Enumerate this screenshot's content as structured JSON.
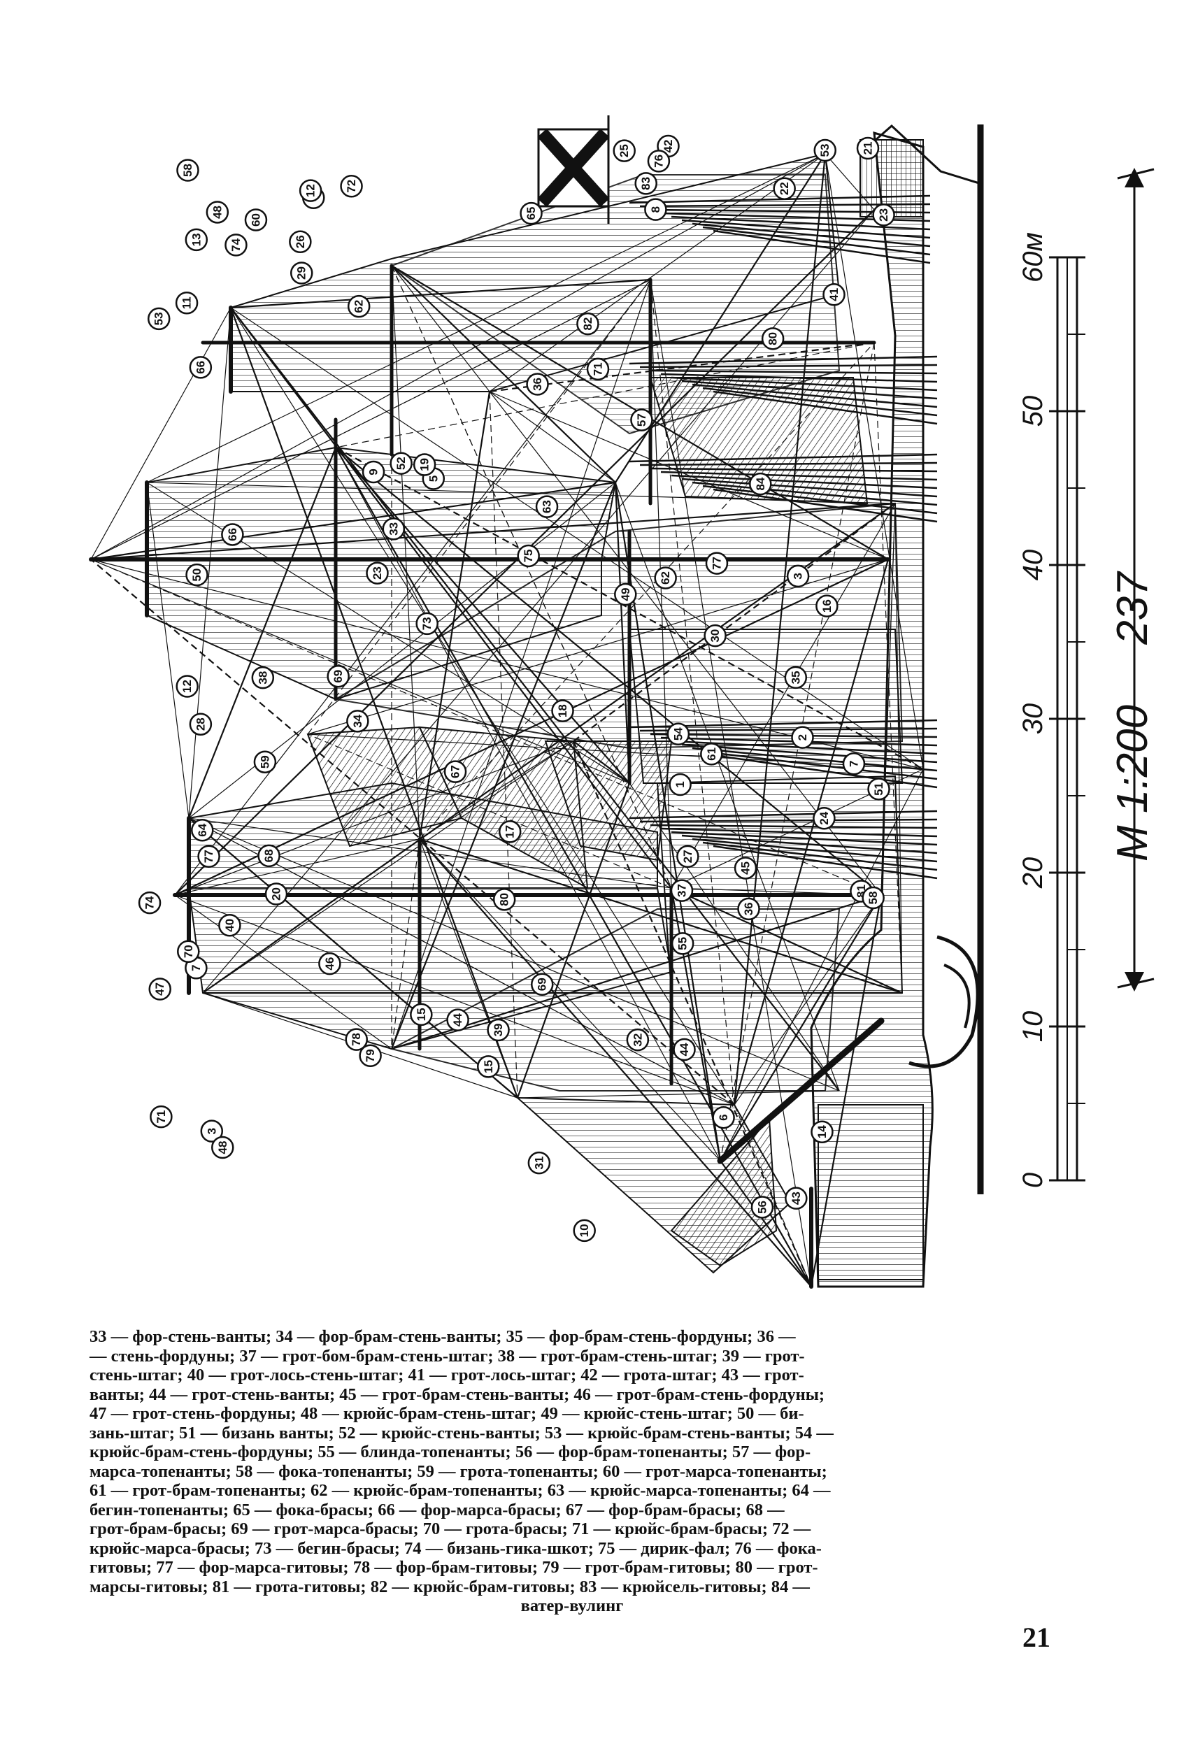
{
  "figure": {
    "scale_ticks": [
      "0",
      "10",
      "20",
      "30",
      "40",
      "50",
      "60м"
    ],
    "scale_label": "М 1:200",
    "dimension_label": "237",
    "callouts": [
      {
        "n": "1"
      },
      {
        "n": "2"
      },
      {
        "n": "3"
      },
      {
        "n": "4"
      },
      {
        "n": "5"
      },
      {
        "n": "6"
      },
      {
        "n": "7"
      },
      {
        "n": "8"
      },
      {
        "n": "9"
      },
      {
        "n": "10"
      },
      {
        "n": "11"
      },
      {
        "n": "12"
      },
      {
        "n": "13"
      },
      {
        "n": "14"
      },
      {
        "n": "15"
      },
      {
        "n": "16"
      },
      {
        "n": "17"
      },
      {
        "n": "18"
      },
      {
        "n": "19"
      },
      {
        "n": "20"
      },
      {
        "n": "21"
      },
      {
        "n": "22"
      },
      {
        "n": "23"
      },
      {
        "n": "24"
      },
      {
        "n": "25"
      },
      {
        "n": "26"
      },
      {
        "n": "27"
      },
      {
        "n": "28"
      },
      {
        "n": "29"
      },
      {
        "n": "30"
      },
      {
        "n": "31"
      },
      {
        "n": "32"
      },
      {
        "n": "33"
      },
      {
        "n": "34"
      },
      {
        "n": "35"
      },
      {
        "n": "36"
      },
      {
        "n": "37"
      },
      {
        "n": "38"
      },
      {
        "n": "39"
      },
      {
        "n": "40"
      },
      {
        "n": "41"
      },
      {
        "n": "42"
      },
      {
        "n": "43"
      },
      {
        "n": "44"
      },
      {
        "n": "45"
      },
      {
        "n": "46"
      },
      {
        "n": "47"
      },
      {
        "n": "48"
      },
      {
        "n": "49"
      },
      {
        "n": "50"
      },
      {
        "n": "51"
      },
      {
        "n": "52"
      },
      {
        "n": "53"
      },
      {
        "n": "54"
      },
      {
        "n": "55"
      },
      {
        "n": "56"
      },
      {
        "n": "57"
      },
      {
        "n": "58"
      },
      {
        "n": "59"
      },
      {
        "n": "60"
      },
      {
        "n": "61"
      },
      {
        "n": "62"
      },
      {
        "n": "63"
      },
      {
        "n": "64"
      },
      {
        "n": "65"
      },
      {
        "n": "66"
      },
      {
        "n": "67"
      },
      {
        "n": "68"
      },
      {
        "n": "69"
      },
      {
        "n": "70"
      },
      {
        "n": "71"
      },
      {
        "n": "72"
      },
      {
        "n": "73"
      },
      {
        "n": "74"
      },
      {
        "n": "75"
      },
      {
        "n": "76"
      },
      {
        "n": "77"
      },
      {
        "n": "78"
      },
      {
        "n": "79"
      },
      {
        "n": "80"
      },
      {
        "n": "81"
      },
      {
        "n": "82"
      },
      {
        "n": "83"
      },
      {
        "n": "84"
      },
      {
        "n": "3"
      },
      {
        "n": "7"
      },
      {
        "n": "12"
      },
      {
        "n": "15"
      },
      {
        "n": "23"
      },
      {
        "n": "36"
      },
      {
        "n": "44"
      },
      {
        "n": "48"
      },
      {
        "n": "53"
      },
      {
        "n": "58"
      },
      {
        "n": "62"
      },
      {
        "n": "66"
      },
      {
        "n": "69"
      },
      {
        "n": "71"
      },
      {
        "n": "74"
      },
      {
        "n": "77"
      },
      {
        "n": "80"
      }
    ]
  },
  "legend": {
    "lines": [
      "33 — фор-стень-ванты;   34 — фор-брам-стень-ванты;   35 — фор-брам-стень-фордуны;   36 —",
      "— стень-фордуны;  37 — грот-бом-брам-стень-штаг;  38 — грот-брам-стень-штаг;  39 — грот-",
      "стень-штаг;   40 — грот-лось-стень-штаг;   41 — грот-лось-штаг;   42 — грота-штаг;   43 — грот-",
      "ванты;  44 — грот-стень-ванты;  45 — грот-брам-стень-ванты;  46 — грот-брам-стень-фордуны;",
      "47 — грот-стень-фордуны;   48 — крюйс-брам-стень-штаг;   49 — крюйс-стень-штаг;   50 — би-",
      "зань-штаг;  51 — бизань ванты;  52 — крюйс-стень-ванты;  53 — крюйс-брам-стень-ванты;  54 —",
      "крюйс-брам-стень-фордуны;   55 — блинда-топенанты;   56 — фор-брам-топенанты;   57 — фор-",
      "марса-топенанты;   58 — фока-топенанты;   59 — грота-топенанты;   60 — грот-марса-топенанты;",
      "61 — грот-брам-топенанты;   62 — крюйс-брам-топенанты;   63 — крюйс-марса-топенанты;   64 —",
      "бегин-топенанты;   65 — фока-брасы;   66 — фор-марса-брасы;   67 — фор-брам-брасы;   68 —",
      "грот-брам-брасы;  69 — грот-марса-брасы;  70 — грота-брасы;  71 — крюйс-брам-брасы;  72 —",
      "крюйс-марса-брасы;  73 — бегин-брасы;  74 — бизань-гика-шкот;  75 — дирик-фал;  76 — фока-",
      "гитовы;  77 — фор-марса-гитовы;  78 — фор-брам-гитовы;  79 — грот-брам-гитовы;  80 — грот-",
      "марсы-гитовы;  81 — грота-гитовы;  82 — крюйс-брам-гитовы;  83 — крюйсель-гитовы;  84 —",
      "ватер-вулинг"
    ]
  },
  "page_number": "21"
}
